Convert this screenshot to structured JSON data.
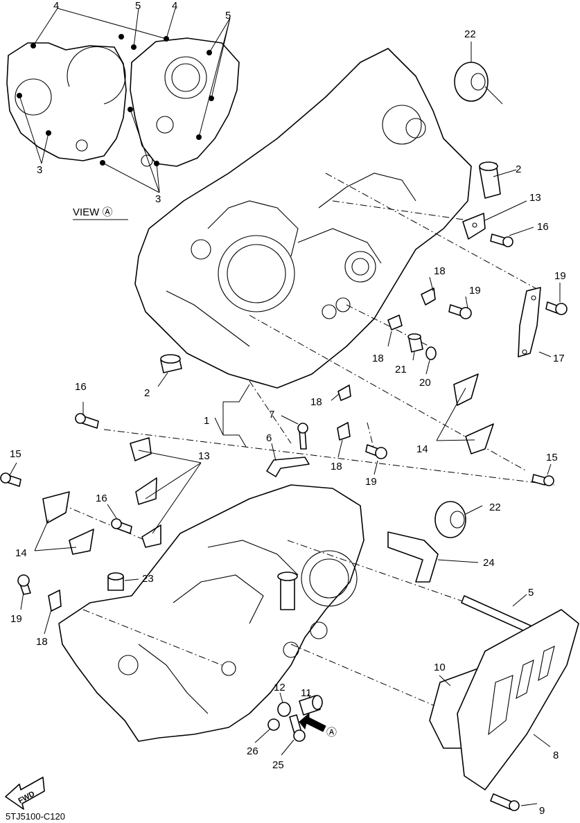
{
  "view_label": "VIEW Ⓐ",
  "view_marker": "Ⓐ",
  "fwd_label": "FWD",
  "footer_code": "5TJ5100-C120",
  "callouts": {
    "c1": "1",
    "c2a": "2",
    "c2b": "2",
    "c3a": "3",
    "c3b": "3",
    "c4a": "4",
    "c4b": "4",
    "c5a": "5",
    "c5b": "5",
    "c5c": "5",
    "c6": "6",
    "c7": "7",
    "c8": "8",
    "c9": "9",
    "c10": "10",
    "c11": "11",
    "c12": "12",
    "c13a": "13",
    "c13b": "13",
    "c14a": "14",
    "c14b": "14",
    "c15a": "15",
    "c15b": "15",
    "c16a": "16",
    "c16b": "16",
    "c16c": "16",
    "c17": "17",
    "c18a": "18",
    "c18b": "18",
    "c18c": "18",
    "c18d": "18",
    "c18e": "18",
    "c19a": "19",
    "c19b": "19",
    "c19c": "19",
    "c19d": "19",
    "c20": "20",
    "c21": "21",
    "c22a": "22",
    "c22b": "22",
    "c23": "23",
    "c24": "24",
    "c25": "25",
    "c26": "26"
  }
}
